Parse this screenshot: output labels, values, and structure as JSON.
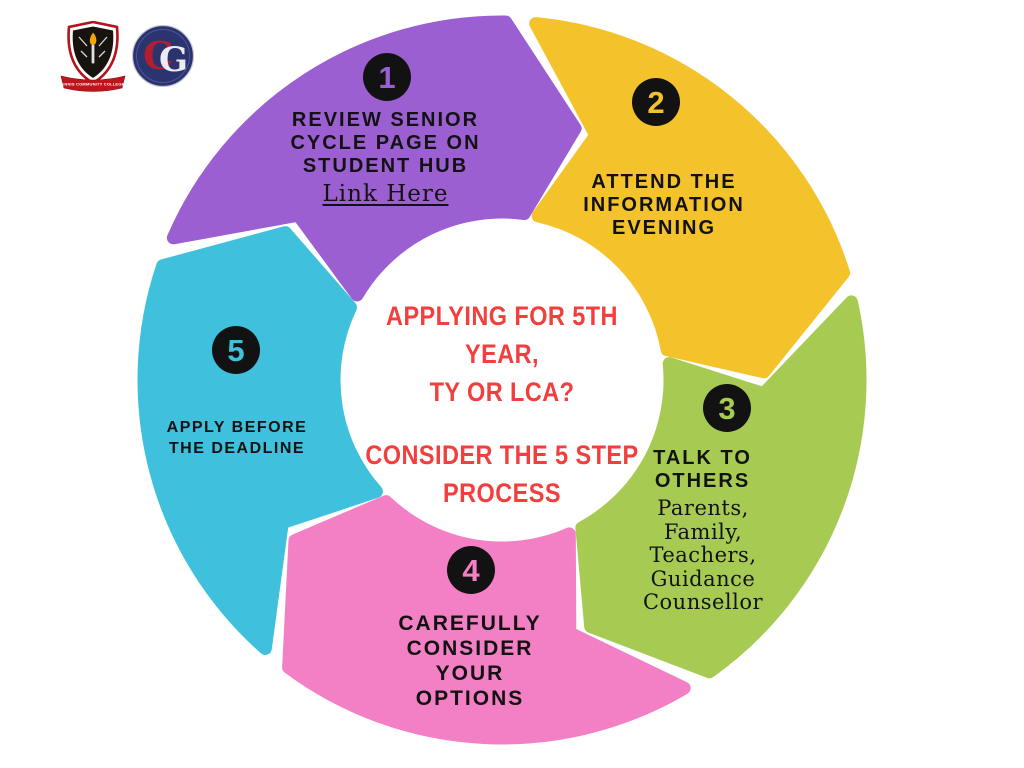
{
  "theme": {
    "background": "#ffffff",
    "badge_bg": "#121212",
    "text": "#121212"
  },
  "logos": {
    "crest": {
      "banner_text": "ENNIS COMMUNITY COLLEGE",
      "colors": {
        "shield": "#17130f",
        "border": "#b5121b",
        "banner": "#c0141c",
        "flame": "#f7a600"
      }
    },
    "badge": {
      "letters": [
        "C",
        "G"
      ],
      "colors": {
        "bg": "#2c3470",
        "letter_primary": "#b01e30",
        "letter_secondary": "#eceaf2"
      }
    }
  },
  "center": {
    "color": "#f23e3d",
    "line1": "APPLYING FOR 5TH YEAR,",
    "line2": "TY OR LCA?",
    "line3": "CONSIDER THE 5 STEP",
    "line4": "PROCESS"
  },
  "steps": [
    {
      "number": "1",
      "color": "#9c5fd1",
      "lines": [
        "REVIEW SENIOR",
        "CYCLE PAGE ON",
        "STUDENT HUB"
      ],
      "link_label": "Link Here"
    },
    {
      "number": "2",
      "color": "#f4c32c",
      "lines": [
        "ATTEND THE",
        "INFORMATION",
        "EVENING"
      ]
    },
    {
      "number": "3",
      "color": "#a7cb52",
      "lines": [
        "TALK TO",
        "OTHERS"
      ],
      "sublines": [
        "Parents,",
        "Family,",
        "Teachers,",
        "Guidance",
        "Counsellor"
      ]
    },
    {
      "number": "4",
      "color": "#f380c4",
      "lines": [
        "CAREFULLY",
        "CONSIDER",
        "YOUR",
        "OPTIONS"
      ]
    },
    {
      "number": "5",
      "color": "#3fc0dc",
      "lines": [
        "APPLY BEFORE",
        "THE DEADLINE"
      ]
    }
  ]
}
